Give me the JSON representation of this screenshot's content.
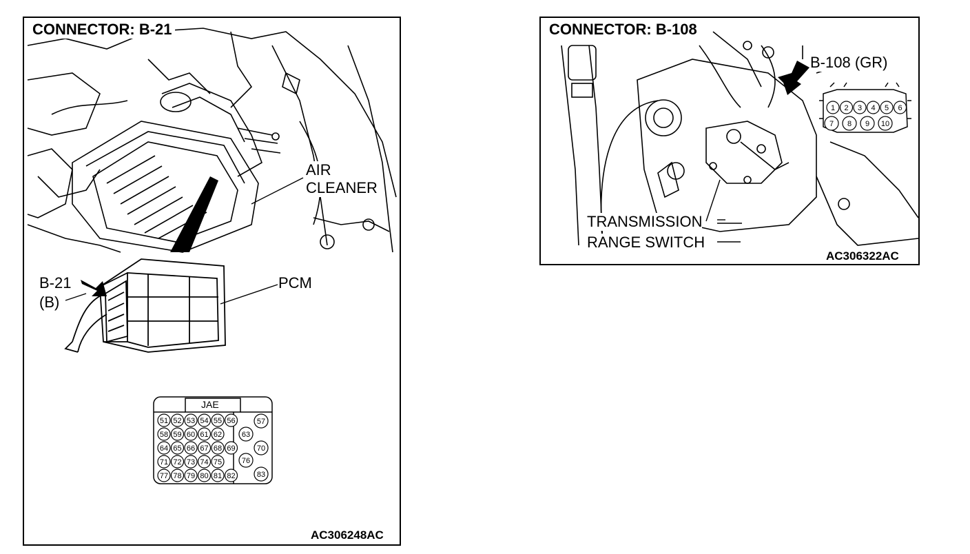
{
  "left_panel": {
    "title": "CONNECTOR: B-21",
    "labels": {
      "air_cleaner_line1": "AIR",
      "air_cleaner_line2": "CLEANER",
      "pcm": "PCM",
      "connector_ref": "B-21",
      "connector_color": "(B)"
    },
    "connector_face": {
      "type": "JAE",
      "rows": [
        [
          "51",
          "52",
          "53",
          "54",
          "55",
          "56"
        ],
        [
          "58",
          "59",
          "60",
          "61",
          "62"
        ],
        [
          "64",
          "65",
          "66",
          "67",
          "68",
          "69"
        ],
        [
          "71",
          "72",
          "73",
          "74",
          "75"
        ],
        [
          "77",
          "78",
          "79",
          "80",
          "81",
          "82"
        ]
      ],
      "side_pins": [
        "57",
        "63",
        "70",
        "76",
        "83"
      ]
    },
    "figure_code": "AC306248AC"
  },
  "right_panel": {
    "title": "CONNECTOR: B-108",
    "labels": {
      "connector_ref": "B-108 (GR)",
      "switch_line1": "TRANSMISSION",
      "switch_line2": "RANGE SWITCH"
    },
    "connector_face": {
      "top_row": [
        "1",
        "2",
        "3",
        "4",
        "5",
        "6"
      ],
      "bottom_row": [
        "7",
        "8",
        "9",
        "10"
      ]
    },
    "figure_code": "AC306322AC"
  }
}
